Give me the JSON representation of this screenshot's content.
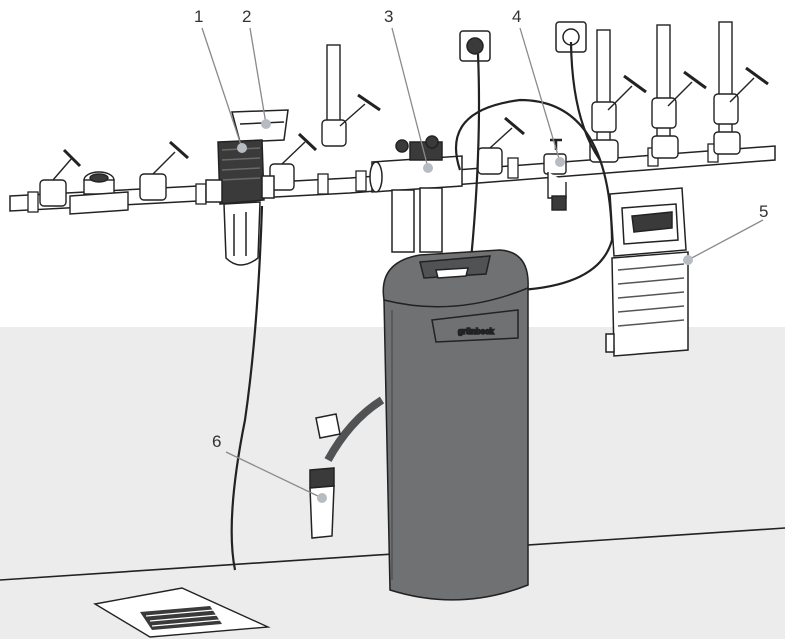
{
  "callouts": [
    {
      "number": "1",
      "target": "pre-filter"
    },
    {
      "number": "2",
      "target": "filter-cup"
    },
    {
      "number": "3",
      "target": "blending-valve"
    },
    {
      "number": "4",
      "target": "tap-valve"
    },
    {
      "number": "5",
      "target": "dosing-unit"
    },
    {
      "number": "6",
      "target": "drain-funnel"
    }
  ],
  "brand_label": "grünbeck",
  "colors": {
    "outline": "#222222",
    "callout_line": "#8a8a8a",
    "callout_dot": "#b7bcc3",
    "floor": "#ececec",
    "tank": "#6f7173",
    "tank_dark": "#505254",
    "part_dark": "#3a3a3a"
  }
}
